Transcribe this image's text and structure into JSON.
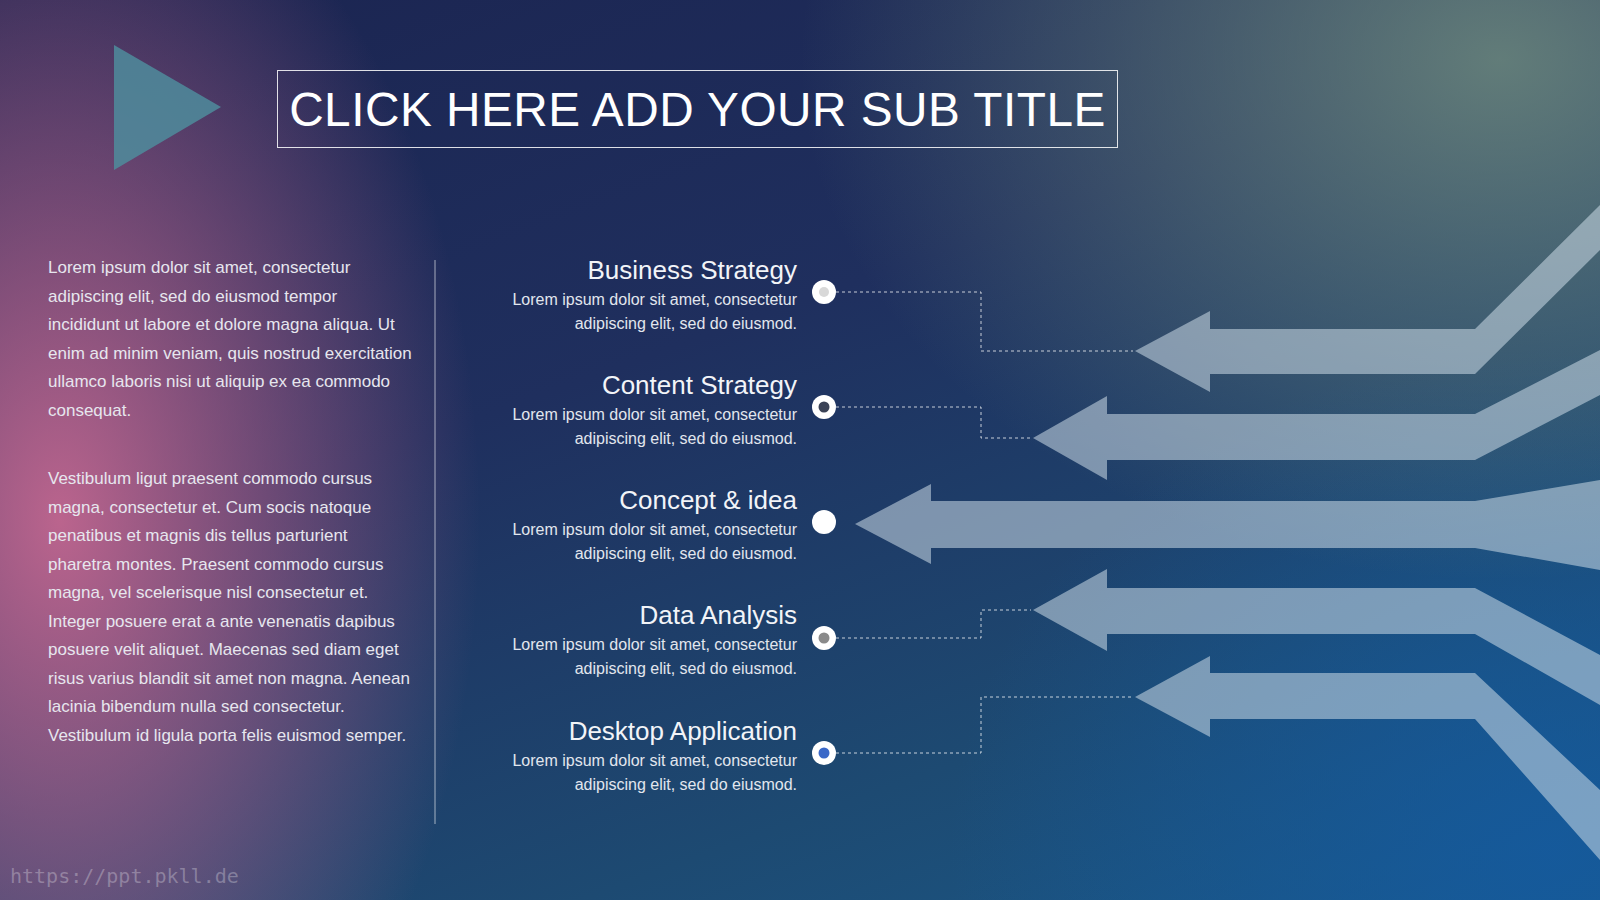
{
  "diagram": {
    "title": "CLICK HERE ADD YOUR SUB TITLE",
    "nodes": [
      {
        "text": [
          "Business Strategy",
          "Lorem ipsum dolor sit amet, consectetur adipiscing elit, sed do eiusmod."
        ]
      },
      {
        "text": [
          "Content Strategy",
          "Lorem ipsum dolor sit amet, consectetur adipiscing elit, sed do eiusmod."
        ]
      },
      {
        "text": [
          "Concept & idea",
          "Lorem ipsum dolor sit amet, consectetur adipiscing elit, sed do eiusmod."
        ]
      },
      {
        "text": [
          "Data Analysis",
          "Lorem ipsum dolor sit amet, consectetur adipiscing elit, sed do eiusmod."
        ]
      },
      {
        "text": [
          "Desktop Application",
          "Lorem ipsum dolor sit amet, consectetur adipiscing elit, sed do eiusmod."
        ]
      }
    ],
    "labels": [
      "Lorem ipsum dolor sit amet, consectetur adipiscing elit, sed do eiusmod tempor incididunt ut labore et dolore magna aliqua. Ut enim ad minim veniam, quis nostrud exercitation ullamco laboris nisi ut aliquip ex ea commodo consequat.",
      "Vestibulum ligut praesent commodo cursus magna, consectetur et. Cum socis natoque penatibus et magnis dis tellus parturient pharetra montes. Praesent commodo cursus magna, vel scelerisque nisl consectetur et. Integer posuere erat a ante venenatis dapibus posuere velit aliquet. Maecenas sed diam eget risus varius blandit sit amet non magna. Aenean lacinia bibendum nulla sed consectetur. Vestibulum id ligula porta felis euismod semper.",
      "https://ppt.pkll.de"
    ]
  }
}
